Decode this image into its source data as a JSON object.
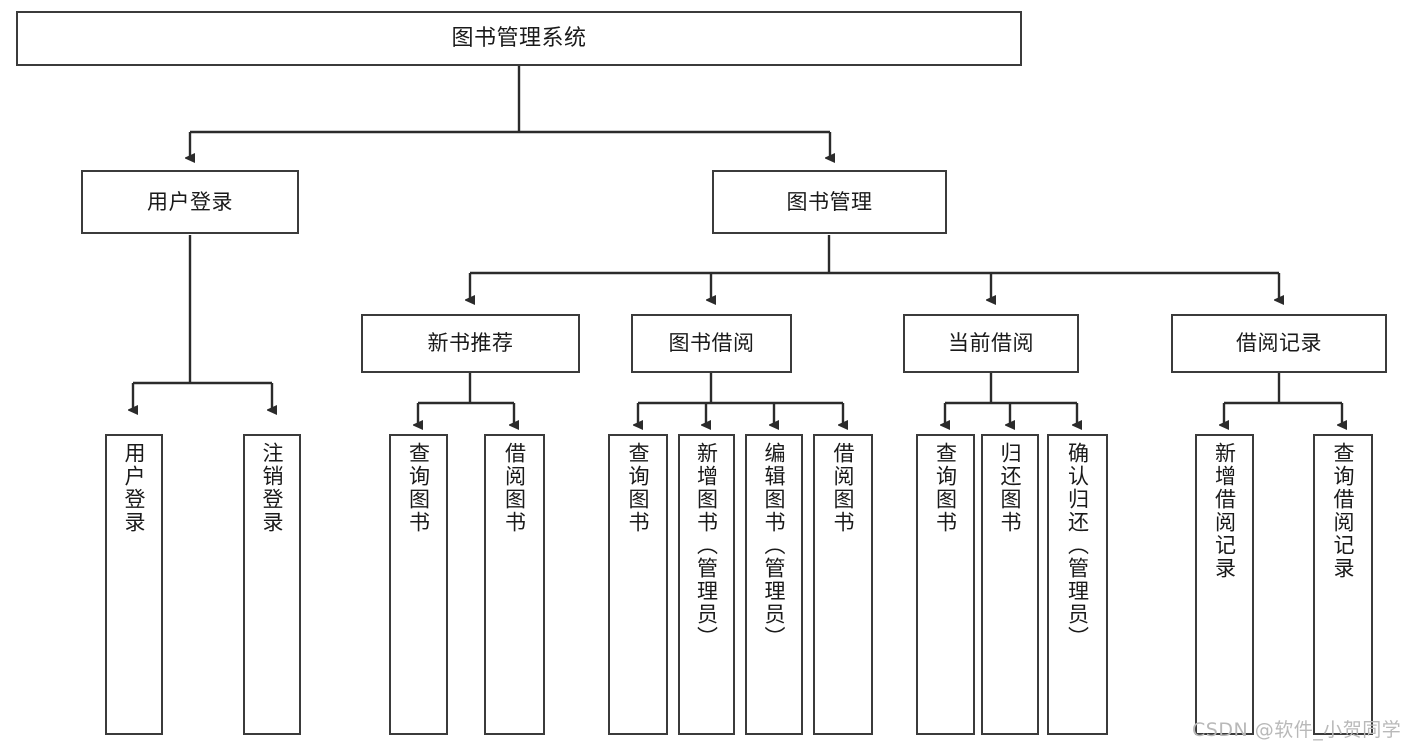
{
  "diagram": {
    "title": "图书管理系统",
    "type": "tree",
    "watermark": "CSDN @软件_小贺同学",
    "colors": {
      "box_border": "#3b3b3b",
      "box_fill": "#ffffff",
      "connector": "#2b2b2b",
      "text": "#1a1a1a",
      "watermark": "#b9b9b9",
      "background": "#ffffff"
    },
    "nodes": {
      "root": {
        "label": "图书管理系统"
      },
      "level1": [
        {
          "label": "用户登录"
        },
        {
          "label": "图书管理"
        }
      ],
      "level2": [
        {
          "label": "新书推荐"
        },
        {
          "label": "图书借阅"
        },
        {
          "label": "当前借阅"
        },
        {
          "label": "借阅记录"
        }
      ],
      "leaves": {
        "user_login": [
          {
            "label": "用户登录"
          },
          {
            "label": "注销登录"
          }
        ],
        "new_book": [
          {
            "label": "查询图书"
          },
          {
            "label": "借阅图书"
          }
        ],
        "book_borrow": [
          {
            "label": "查询图书"
          },
          {
            "label": "新增图书（管理员）"
          },
          {
            "label": "编辑图书（管理员）"
          },
          {
            "label": "借阅图书"
          }
        ],
        "current_borrow": [
          {
            "label": "查询图书"
          },
          {
            "label": "归还图书"
          },
          {
            "label": "确认归还（管理员）"
          }
        ],
        "borrow_record": [
          {
            "label": "新增借阅记录"
          },
          {
            "label": "查询借阅记录"
          }
        ]
      }
    }
  }
}
